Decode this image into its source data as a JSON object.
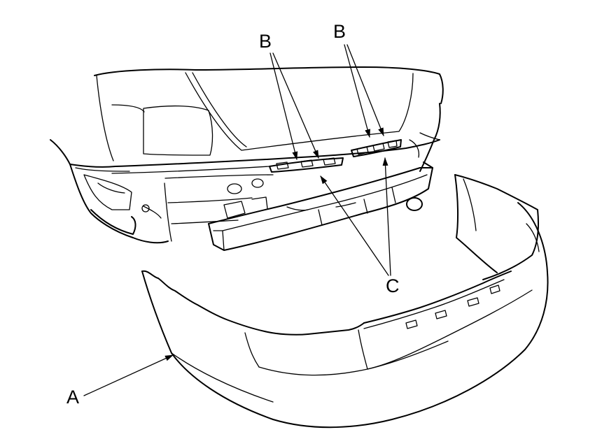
{
  "callouts": {
    "a": "A",
    "b_left": "B",
    "b_right": "B",
    "c": "C"
  },
  "parts": [
    {
      "label": "A",
      "part": "rear-bumper-cover"
    },
    {
      "label": "B",
      "part": "bumper-mounting-clip"
    },
    {
      "label": "C",
      "part": "bumper-beam-bracket"
    }
  ],
  "colors": {
    "line": "#000000",
    "background": "#ffffff"
  }
}
